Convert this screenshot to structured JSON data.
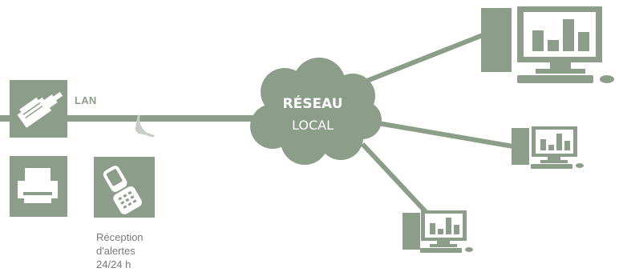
{
  "lan": {
    "label": "LAN"
  },
  "cloud": {
    "line1": "RÉSEAU",
    "line2": "LOCAL"
  },
  "mobile_caption": {
    "line1": "Réception",
    "line2": "d'alertes",
    "line3": "24/24 h"
  },
  "colors": {
    "primary": "#8c9e8a",
    "white": "#ffffff",
    "text_gray": "#7a7a7a"
  },
  "icons": [
    "network-plug-icon",
    "printer-icon",
    "mobile-phone-icon",
    "wireless-signal-icon",
    "desktop-computer-icon"
  ]
}
